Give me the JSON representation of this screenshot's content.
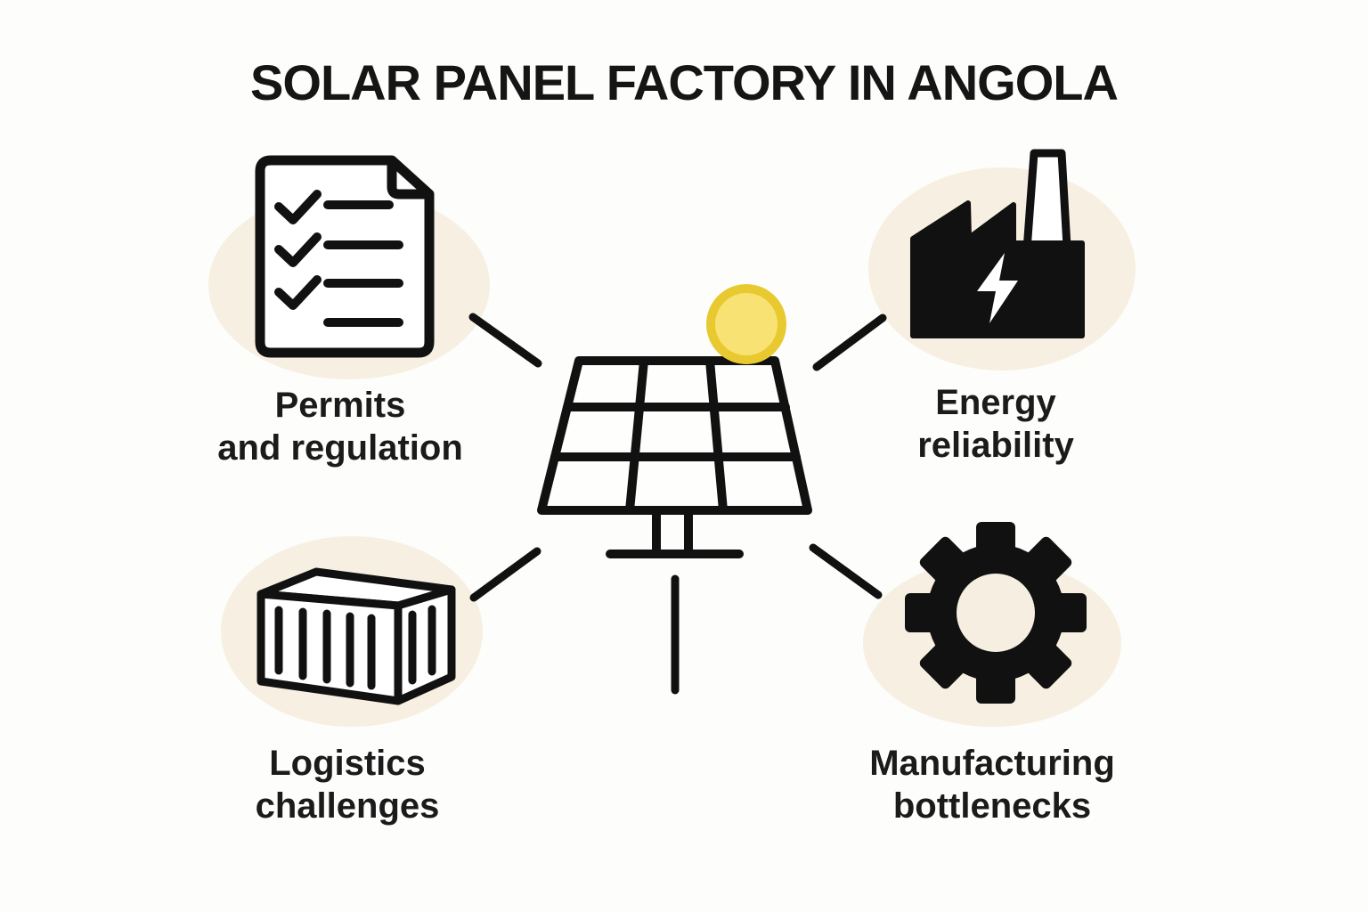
{
  "title": "SOLAR PANEL FACTORY IN ANGOLA",
  "center": {
    "icon": "solar-panel-icon",
    "sun_icon": "sun-icon"
  },
  "nodes": [
    {
      "id": "permits",
      "icon": "checklist-icon",
      "label_line1": "Permits",
      "label_line2": "and regulation",
      "position": "top-left"
    },
    {
      "id": "energy",
      "icon": "factory-icon",
      "label_line1": "Energy",
      "label_line2": "reliability",
      "position": "top-right"
    },
    {
      "id": "logistics",
      "icon": "container-icon",
      "label_line1": "Logistics",
      "label_line2": "challenges",
      "position": "bottom-left"
    },
    {
      "id": "manufacturing",
      "icon": "gear-icon",
      "label_line1": "Manufacturing",
      "label_line2": "bottlenecks",
      "position": "bottom-right"
    }
  ],
  "colors": {
    "background": "#fdfdfb",
    "ink": "#111111",
    "label_text": "#1b1b1b",
    "blob_beige": "#f7f0e2",
    "sun_outer": "#e9c930",
    "sun_inner": "#f8e273",
    "icon_fill_white": "#ffffff"
  }
}
